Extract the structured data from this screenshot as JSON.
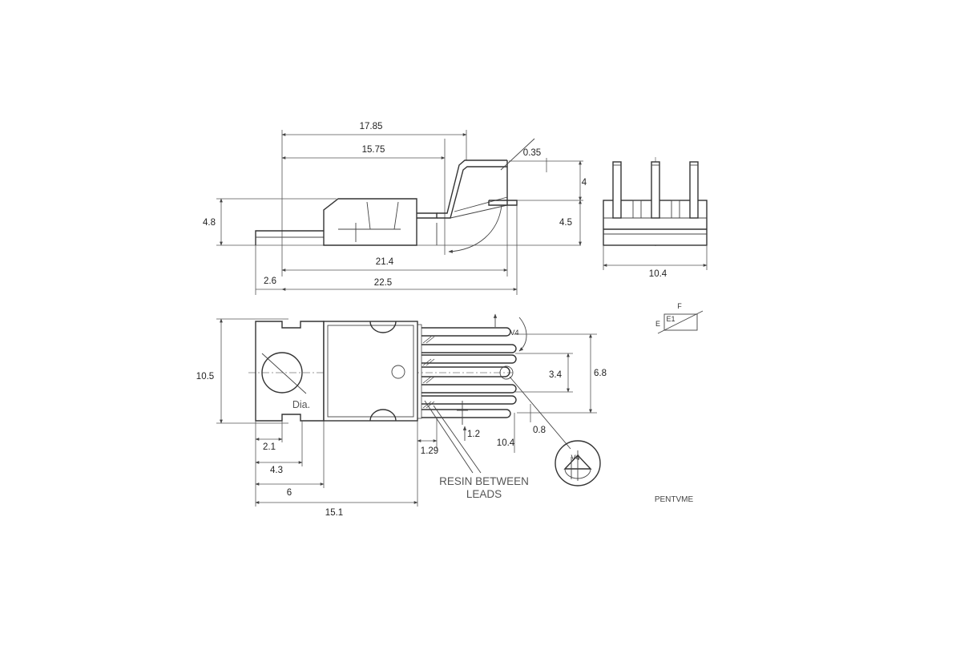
{
  "dimensions": {
    "d17_85": "17.85",
    "d15_75": "15.75",
    "d0_35": "0.35",
    "d4": "4",
    "d4_8": "4.8",
    "d4_5": "4.5",
    "d21_4": "21.4",
    "d2_6": "2.6",
    "d22_5": "22.5",
    "d10_4_end": "10.4",
    "d10_5": "10.5",
    "d3_4": "3.4",
    "d6_8": "6.8",
    "d1_2": "1.2",
    "d10_4_leads": "10.4",
    "d0_8": "0.8",
    "d2_1": "2.1",
    "d1_29": "1.29",
    "d4_3": "4.3",
    "d6": "6",
    "d15_1": "15.1"
  },
  "labels": {
    "dia": "Dia.",
    "resin_line1": "RESIN BETWEEN",
    "resin_line2": "LEADS",
    "package_ref": "PENTVME",
    "symbol_f": "F",
    "symbol_e": "E",
    "symbol_e1": "E1",
    "symbol_v4": "V4",
    "symbol_v4_detail": "V4"
  }
}
